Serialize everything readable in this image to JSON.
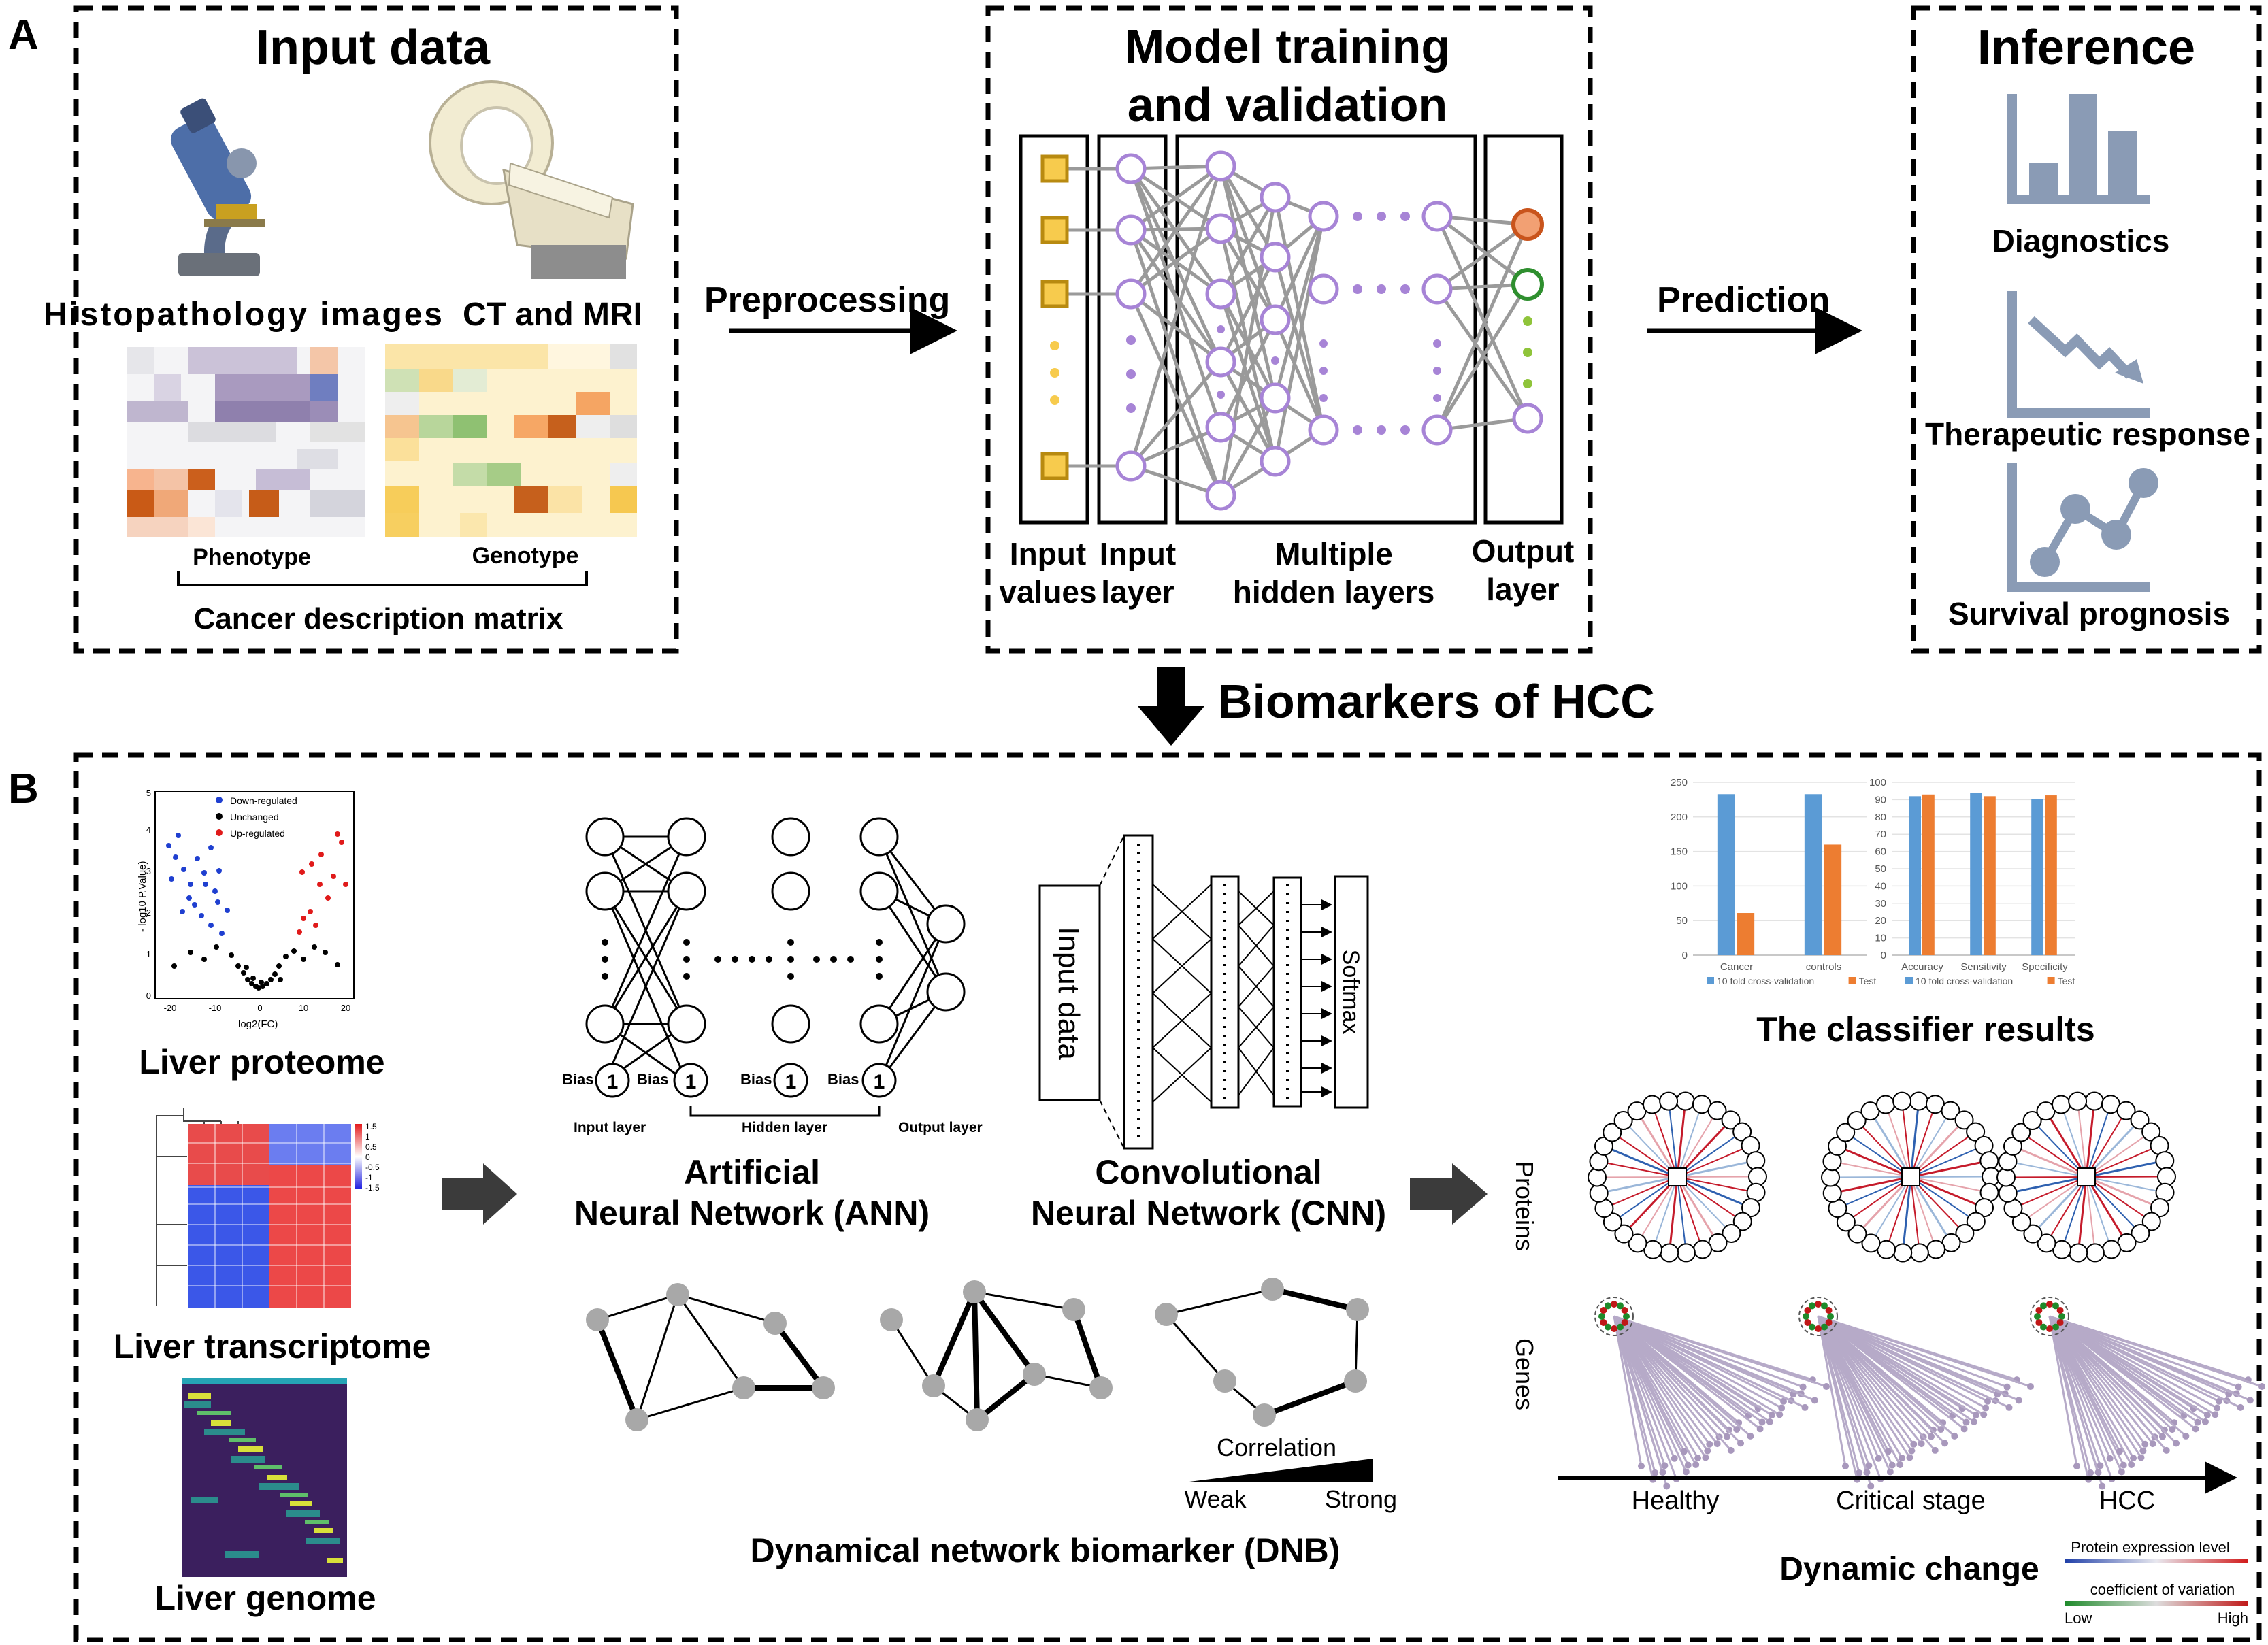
{
  "panel_a": {
    "label": "A",
    "input": {
      "title": "Input data",
      "histo_label": "Histopathology images",
      "ct_label": "CT and MRI",
      "phenotype_label": "Phenotype",
      "genotype_label": "Genotype",
      "matrix_label": "Cancer description matrix"
    },
    "preprocessing_label": "Preprocessing",
    "model": {
      "title_line1": "Model training",
      "title_line2": "and validation",
      "input_values_l1": "Input",
      "input_values_l2": "values",
      "input_layer_l1": "Input",
      "input_layer_l2": "layer",
      "hidden_l1": "Multiple",
      "hidden_l2": "hidden layers",
      "output_l1": "Output",
      "output_l2": "layer"
    },
    "prediction_label": "Prediction",
    "inference": {
      "title": "Inference",
      "diagnostics": "Diagnostics",
      "therapeutic": "Therapeutic response",
      "survival": "Survival prognosis"
    },
    "biomarkers_label": "Biomarkers of HCC"
  },
  "panel_b": {
    "label": "B",
    "volcano": {
      "legend_down": "Down-regulated",
      "legend_unchanged": "Unchanged",
      "legend_up": "Up-regulated",
      "ylabel": "- log10 P.Value)",
      "xlabel": "log2(FC)",
      "yticks": [
        "0",
        "1",
        "2",
        "3",
        "4",
        "5"
      ],
      "xticks": [
        "-20",
        "-10",
        "0",
        "10",
        "20"
      ]
    },
    "proteome_label": "Liver proteome",
    "heatmap_scale": [
      "1.5",
      "1",
      "0.5",
      "0",
      "-0.5",
      "-1",
      "-1.5"
    ],
    "transcriptome_label": "Liver transcriptome",
    "genome_label": "Liver genome",
    "ann": {
      "bias": "Bias",
      "one": "1",
      "input_layer": "Input layer",
      "hidden_layer": "Hidden layer",
      "output_layer": "Output layer",
      "title_l1": "Artificial",
      "title_l2": "Neural Network (ANN)"
    },
    "cnn": {
      "input_data": "Input data",
      "softmax": "Softmax",
      "title_l1": "Convolutional",
      "title_l2": "Neural Network (CNN)"
    },
    "dnb": {
      "correlation": "Correlation",
      "weak": "Weak",
      "strong": "Strong",
      "title": "Dynamical network biomarker (DNB)"
    },
    "classifier_title": "The classifier results",
    "proteins_label": "Proteins",
    "genes_label": "Genes",
    "stages": [
      "Healthy",
      "Critical stage",
      "HCC"
    ],
    "dynamic_change": "Dynamic change",
    "legend_protein": "Protein expression level",
    "legend_cv": "coefficient of variation",
    "legend_low": "Low",
    "legend_high": "High"
  },
  "chart_data": [
    {
      "type": "bar",
      "categories": [
        "Cancer",
        "controls"
      ],
      "series": [
        {
          "name": "10 fold cross-validation",
          "values": [
            233,
            233
          ]
        },
        {
          "name": "Test",
          "values": [
            61,
            160
          ]
        }
      ],
      "ylim": [
        0,
        250
      ],
      "yticks": [
        "0",
        "50",
        "100",
        "150",
        "200",
        "250"
      ],
      "colors": [
        "#5b9bd5",
        "#ed7d31"
      ]
    },
    {
      "type": "bar",
      "categories": [
        "Accuracy",
        "Sensitivity",
        "Specificity"
      ],
      "series": [
        {
          "name": "10 fold cross-validation",
          "values": [
            92,
            94,
            90.5
          ]
        },
        {
          "name": "Test",
          "values": [
            93,
            92,
            92.5
          ]
        }
      ],
      "ylim": [
        0,
        100
      ],
      "yticks": [
        "0",
        "10",
        "20",
        "30",
        "40",
        "50",
        "60",
        "70",
        "80",
        "90",
        "100"
      ],
      "colors": [
        "#5b9bd5",
        "#ed7d31"
      ]
    }
  ]
}
